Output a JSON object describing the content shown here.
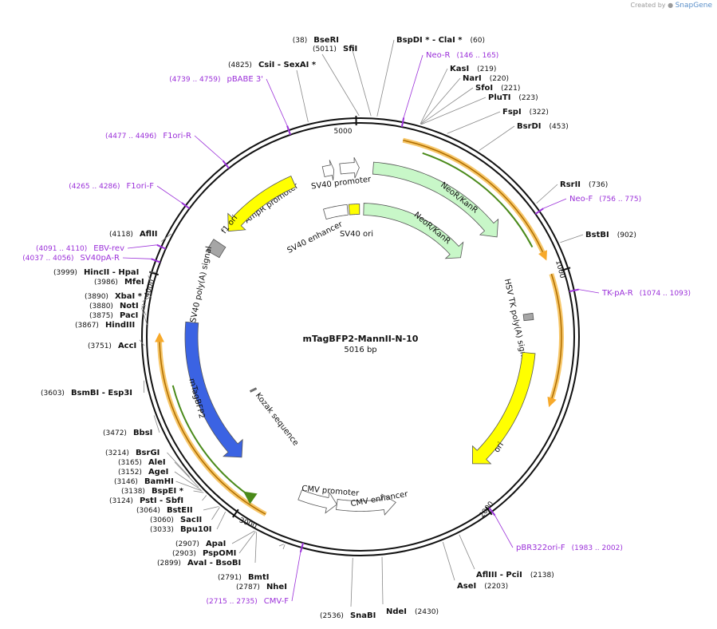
{
  "header": {
    "created_by": "Created by",
    "brand": "SnapGene",
    "brand_icon": "snapgene-logo-icon"
  },
  "plasmid": {
    "name": "mTagBFP2-MannII-N-10",
    "length_label": "5016 bp",
    "length": 5016
  },
  "ticks": [
    {
      "pos": 1000,
      "label": "1000"
    },
    {
      "pos": 2000,
      "label": "2000"
    },
    {
      "pos": 3000,
      "label": "3000"
    },
    {
      "pos": 4000,
      "label": "4000"
    },
    {
      "pos": 5000,
      "label": "5000"
    }
  ],
  "enzymes": [
    {
      "name": "BseRI",
      "pos": 38,
      "pos_label": "(38)"
    },
    {
      "name": "BspDI * - ClaI *",
      "pos": 60,
      "pos_label": "(60)"
    },
    {
      "name": "KasI",
      "pos": 219,
      "pos_label": "(219)"
    },
    {
      "name": "NarI",
      "pos": 220,
      "pos_label": "(220)"
    },
    {
      "name": "SfoI",
      "pos": 221,
      "pos_label": "(221)"
    },
    {
      "name": "PluTI",
      "pos": 223,
      "pos_label": "(223)"
    },
    {
      "name": "FspI",
      "pos": 322,
      "pos_label": "(322)"
    },
    {
      "name": "BsrDI",
      "pos": 453,
      "pos_label": "(453)"
    },
    {
      "name": "RsrII",
      "pos": 736,
      "pos_label": "(736)"
    },
    {
      "name": "BstBI",
      "pos": 902,
      "pos_label": "(902)"
    },
    {
      "name": "AflIII - PciI",
      "pos": 2138,
      "pos_label": "(2138)"
    },
    {
      "name": "AseI",
      "pos": 2203,
      "pos_label": "(2203)"
    },
    {
      "name": "NdeI",
      "pos": 2430,
      "pos_label": "(2430)"
    },
    {
      "name": "SnaBI",
      "pos": 2536,
      "pos_label": "(2536)"
    },
    {
      "name": "NheI",
      "pos": 2787,
      "pos_label": "(2787)"
    },
    {
      "name": "BmtI",
      "pos": 2791,
      "pos_label": "(2791)"
    },
    {
      "name": "AvaI - BsoBI",
      "pos": 2899,
      "pos_label": "(2899)"
    },
    {
      "name": "PspOMI",
      "pos": 2903,
      "pos_label": "(2903)"
    },
    {
      "name": "ApaI",
      "pos": 2907,
      "pos_label": "(2907)"
    },
    {
      "name": "Bpu10I",
      "pos": 3033,
      "pos_label": "(3033)"
    },
    {
      "name": "SacII",
      "pos": 3060,
      "pos_label": "(3060)"
    },
    {
      "name": "BstEII",
      "pos": 3064,
      "pos_label": "(3064)"
    },
    {
      "name": "PstI - SbfI",
      "pos": 3124,
      "pos_label": "(3124)"
    },
    {
      "name": "BspEI *",
      "pos": 3138,
      "pos_label": "(3138)"
    },
    {
      "name": "BamHI",
      "pos": 3146,
      "pos_label": "(3146)"
    },
    {
      "name": "AgeI",
      "pos": 3152,
      "pos_label": "(3152)"
    },
    {
      "name": "AleI",
      "pos": 3165,
      "pos_label": "(3165)"
    },
    {
      "name": "BsrGI",
      "pos": 3214,
      "pos_label": "(3214)"
    },
    {
      "name": "BbsI",
      "pos": 3472,
      "pos_label": "(3472)"
    },
    {
      "name": "BsmBI - Esp3I",
      "pos": 3603,
      "pos_label": "(3603)"
    },
    {
      "name": "AccI",
      "pos": 3751,
      "pos_label": "(3751)"
    },
    {
      "name": "HindIII",
      "pos": 3867,
      "pos_label": "(3867)"
    },
    {
      "name": "PacI",
      "pos": 3875,
      "pos_label": "(3875)"
    },
    {
      "name": "NotI",
      "pos": 3880,
      "pos_label": "(3880)"
    },
    {
      "name": "XbaI *",
      "pos": 3890,
      "pos_label": "(3890)"
    },
    {
      "name": "MfeI",
      "pos": 3986,
      "pos_label": "(3986)"
    },
    {
      "name": "HincII - HpaI",
      "pos": 3999,
      "pos_label": "(3999)"
    },
    {
      "name": "AflII",
      "pos": 4118,
      "pos_label": "(4118)"
    },
    {
      "name": "CsiI - SexAI *",
      "pos": 4825,
      "pos_label": "(4825)"
    },
    {
      "name": "SfiI",
      "pos": 5011,
      "pos_label": "(5011)"
    }
  ],
  "primers": [
    {
      "name": "Neo-R",
      "start": 146,
      "end": 165,
      "range_label": "(146 .. 165)"
    },
    {
      "name": "Neo-F",
      "start": 756,
      "end": 775,
      "range_label": "(756 .. 775)"
    },
    {
      "name": "TK-pA-R",
      "start": 1074,
      "end": 1093,
      "range_label": "(1074 .. 1093)"
    },
    {
      "name": "pBR322ori-F",
      "start": 1983,
      "end": 2002,
      "range_label": "(1983 .. 2002)"
    },
    {
      "name": "CMV-F",
      "start": 2715,
      "end": 2735,
      "range_label": "(2715 .. 2735)"
    },
    {
      "name": "SV40pA-R",
      "start": 4037,
      "end": 4056,
      "range_label": "(4037 .. 4056)"
    },
    {
      "name": "EBV-rev",
      "start": 4091,
      "end": 4110,
      "range_label": "(4091 .. 4110)"
    },
    {
      "name": "F1ori-F",
      "start": 4265,
      "end": 4286,
      "range_label": "(4265 .. 4286)"
    },
    {
      "name": "F1ori-R",
      "start": 4477,
      "end": 4496,
      "range_label": "(4477 .. 4496)"
    },
    {
      "name": "pBABE 3'",
      "start": 4739,
      "end": 4759,
      "range_label": "(4739 .. 4759)"
    }
  ],
  "features": [
    {
      "label": "SV40 promoter",
      "color": "#ffffff"
    },
    {
      "label": "AmpR promoter",
      "color": "#ffffff"
    },
    {
      "label": "f1 ori",
      "color": "#ffff00"
    },
    {
      "label": "NeoR/KanR",
      "color": "#c8f7c8"
    },
    {
      "label": "NeoR/KanR",
      "color": "#c8f7c8"
    },
    {
      "label": "SV40 enhancer",
      "color": "#ffffff"
    },
    {
      "label": "SV40 ori",
      "color": "#ffff00"
    },
    {
      "label": "SV40 poly(A) signal",
      "color": "#a6a6a6"
    },
    {
      "label": "HSV TK poly(A) signal",
      "color": "#a6a6a6"
    },
    {
      "label": "ori",
      "color": "#ffff00"
    },
    {
      "label": "mTagBFP2",
      "color": "#3b63e3"
    },
    {
      "label": "Kozak sequence",
      "color": "#888888"
    },
    {
      "label": "CMV promoter",
      "color": "#ffffff"
    },
    {
      "label": "CMV enhancer",
      "color": "#ffffff"
    }
  ],
  "colors": {
    "primer": "#9b30d9",
    "orf": "#f7a92a",
    "orf_inner": "#6a8f1e",
    "backbone": "#111111"
  }
}
